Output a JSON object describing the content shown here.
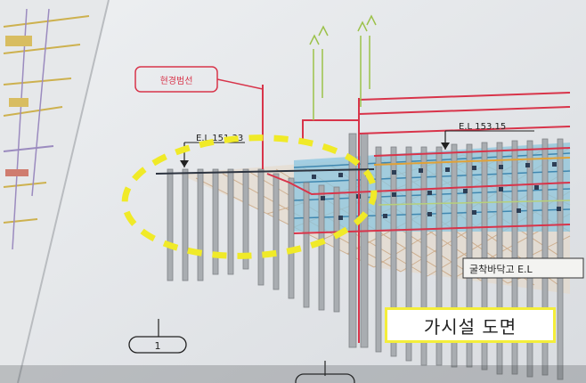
{
  "photo": {
    "caption": "가시설 도면",
    "labels": {
      "box_label": "현경범선",
      "elevation_left": "E.L 151.33",
      "elevation_right": "E.L 153.15",
      "bottom_label": "굴착바닥고 E.L",
      "section_mark": "1"
    },
    "colors": {
      "highlight_ellipse": "#f0ea28",
      "caption_border": "#f4ee3a",
      "red_lines": "#d8344a",
      "blue_band": "#6bb7d8",
      "green_lines": "#9cc24a",
      "grid_gray": "#9a9a9a"
    }
  }
}
